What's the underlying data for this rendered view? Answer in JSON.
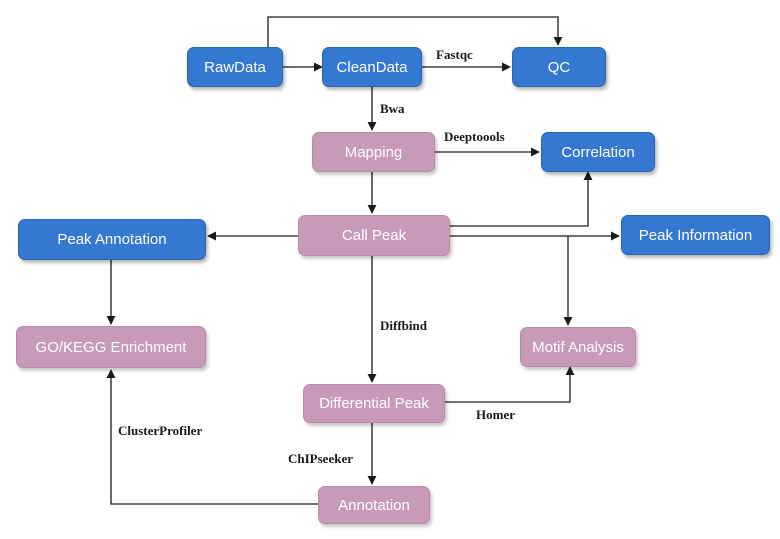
{
  "nodes": {
    "rawdata": "RawData",
    "cleandata": "CleanData",
    "qc": "QC",
    "mapping": "Mapping",
    "correlation": "Correlation",
    "callpeak": "Call Peak",
    "peak_annotation": "Peak Annotation",
    "peak_information": "Peak Information",
    "go_kegg": "GO/KEGG Enrichment",
    "motif_analysis": "Motif Analysis",
    "differential_peak": "Differential Peak",
    "annotation": "Annotation"
  },
  "edge_labels": {
    "fastqc": "Fastqc",
    "bwa": "Bwa",
    "deeptoools": "Deeptoools",
    "diffbind": "Diffbind",
    "homer": "Homer",
    "chipseeker": "ChIPseeker",
    "clusterprofiler": "ClusterProfiler"
  },
  "colors": {
    "tool_node": "#3478d1",
    "analysis_node": "#c99ab8",
    "edge": "#1a1a1a"
  }
}
